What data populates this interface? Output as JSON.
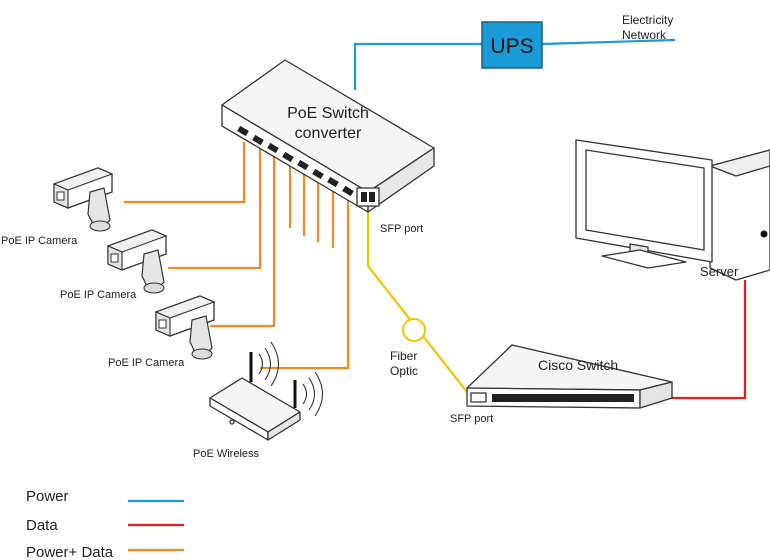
{
  "colors": {
    "power": "#1a9ad6",
    "data": "#e02020",
    "power_data": "#f08a24",
    "fiber": "#f5c400",
    "ups_fill": "#1a9ad6",
    "outline": "#333333"
  },
  "labels": {
    "ups": "UPS",
    "electricity_line1": "Electricity",
    "electricity_line2": "Network",
    "poe_switch_line1": "PoE Switch",
    "poe_switch_line2": "converter",
    "sfp_port_top": "SFP port",
    "camera_1": "PoE IP Camera",
    "camera_2": "PoE IP Camera",
    "camera_3": "PoE IP Camera",
    "wireless": "PoE Wireless",
    "fiber_line1": "Fiber",
    "fiber_line2": "Optic",
    "cisco_switch": "Cisco Switch",
    "sfp_port_bottom": "SFP port",
    "server": "Server"
  },
  "legend": [
    {
      "label": "Power",
      "color_key": "power"
    },
    {
      "label": "Data",
      "color_key": "data"
    },
    {
      "label": "Power+ Data",
      "color_key": "power_data"
    }
  ],
  "icons": [
    "ups-icon",
    "poe-switch-icon",
    "camera-icon",
    "wireless-router-icon",
    "cisco-switch-icon",
    "server-monitor-icon",
    "server-tower-icon"
  ]
}
